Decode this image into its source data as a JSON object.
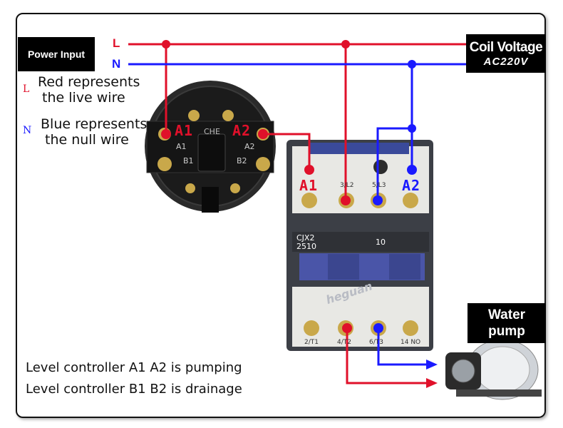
{
  "power_input": {
    "label": "Power Input"
  },
  "wires": {
    "live_letter": "L",
    "null_letter": "N"
  },
  "legend": {
    "live_letter": "L",
    "live_line1": "Red represents",
    "live_line2": "the live wire",
    "null_letter": "N",
    "null_line1": "Blue represents",
    "null_line2": "the null wire"
  },
  "coil": {
    "line1": "Coil Voltage",
    "line2": "AC220V"
  },
  "level_controller": {
    "brand": "CHE",
    "terminal_labels": [
      "A1",
      "A2",
      "B1",
      "B2"
    ],
    "tag_a1": "A1",
    "tag_a2": "A2"
  },
  "contactor": {
    "model_line1": "CJX2",
    "model_line2": "2510",
    "rating": "10",
    "tag_a1": "A1",
    "tag_a2": "A2",
    "top_terminal_labels": [
      "3/L2",
      "5/L3"
    ],
    "bottom_terminal_labels": [
      "2/T1",
      "4/T2",
      "6/T3",
      "14 NO"
    ],
    "watermark": "heguan"
  },
  "pump": {
    "line1": "Water",
    "line2": "pump"
  },
  "captions": {
    "pumping": "Level controller A1 A2 is pumping",
    "drainage": "Level controller B1 B2 is drainage"
  },
  "colors": {
    "live": "#e0102a",
    "null": "#1a1aff",
    "box": "#000000"
  }
}
